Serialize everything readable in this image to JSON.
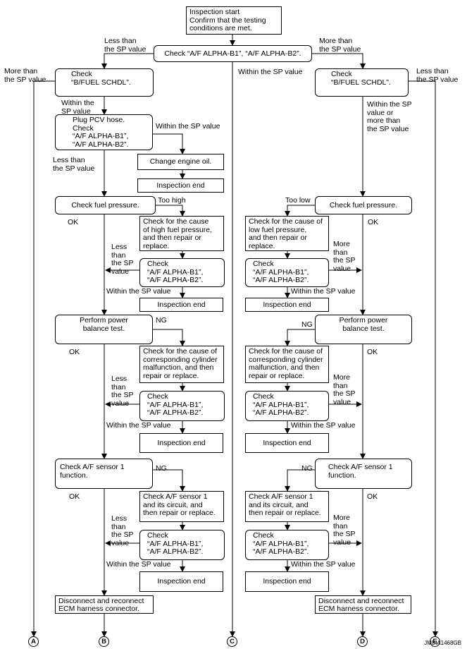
{
  "nodes": {
    "start": "Inspection start\nConfirm that the testing\nconditions are met.",
    "check_alpha_main": "Check “A/F ALPHA-B1”, “A/F ALPHA-B2”.",
    "check_bfuel_left": "Check\n“B/FUEL SCHDL”.",
    "check_bfuel_right": "Check\n“B/FUEL SCHDL”.",
    "plug_pcv": "Plug PCV hose.\nCheck\n“A/F ALPHA-B1”,\n“A/F ALPHA-B2”.",
    "change_oil": "Change engine oil.",
    "insp_end_oil": "Inspection end",
    "fuel_pressure_left": "Check fuel pressure.",
    "fuel_pressure_right": "Check fuel pressure.",
    "high_fuel_cause": "Check for the cause\nof high fuel pressure,\nand then repair or\nreplace.",
    "low_fuel_cause": "Check for the cause of\nlow fuel pressure,\nand then repair or\nreplace.",
    "alpha_left_1": "Check\n“A/F ALPHA-B1”,\n“A/F ALPHA-B2”.",
    "alpha_right_1": "Check\n“A/F ALPHA-B1”,\n“A/F ALPHA-B2”.",
    "insp_end_left_1": "Inspection end",
    "insp_end_right_1": "Inspection end",
    "power_balance_left": "Perform power\nbalance test.",
    "power_balance_right": "Perform power\nbalance test.",
    "cyl_cause_left": "Check for the cause of\ncorresponding cylinder\nmalfunction, and then\nrepair or replace.",
    "cyl_cause_right": "Check for the cause of\ncorresponding cylinder\nmalfunction, and then\nrepair or replace.",
    "alpha_left_2": "Check\n“A/F ALPHA-B1”,\n“A/F ALPHA-B2”.",
    "alpha_right_2": "Check\n“A/F ALPHA-B1”,\n“A/F ALPHA-B2”.",
    "insp_end_left_2": "Inspection end",
    "insp_end_right_2": "Inspection end",
    "af_sensor_left": "Check A/F sensor 1\nfunction.",
    "af_sensor_right": "Check A/F sensor 1\nfunction.",
    "af_circuit_left": "Check A/F sensor 1\nand its circuit, and\nthen repair or replace.",
    "af_circuit_right": "Check A/F sensor 1\nand its circuit, and\nthen repair or replace.",
    "alpha_left_3": "Check\n“A/F ALPHA-B1”,\n“A/F ALPHA-B2”.",
    "alpha_right_3": "Check\n“A/F ALPHA-B1”,\n“A/F ALPHA-B2”.",
    "insp_end_left_3": "Inspection end",
    "insp_end_right_3": "Inspection end",
    "disconnect_left": "Disconnect and reconnect\nECM harness connector.",
    "disconnect_right": "Disconnect and reconnect\nECM harness connector."
  },
  "labels": {
    "less_sp_top_left": "Less than\nthe SP value",
    "more_sp_top_right": "More than\nthe SP value",
    "more_sp_far_left": "More than\nthe SP value",
    "less_sp_far_right": "Less than\nthe SP value",
    "within_sp_center": "Within the SP value",
    "within_sp_bfuel_left": "Within the\nSP value",
    "within_sp_pcv": "Within the SP value",
    "less_sp_pcv": "Less than\nthe SP value",
    "within_or_more_right": "Within the SP\nvalue or\nmore than\nthe SP value",
    "too_high": "Too high",
    "too_low": "Too low",
    "ok_left_1": "OK",
    "ok_right_1": "OK",
    "less_sp_left_1": "Less\nthan\nthe SP\nvalue",
    "more_sp_right_1": "More\nthan\nthe SP\nvalue",
    "within_sp_left_1": "Within the SP value",
    "within_sp_right_1": "Within the SP value",
    "ng_left_2": "NG",
    "ng_right_2": "NG",
    "ok_left_2": "OK",
    "ok_right_2": "OK",
    "less_sp_left_2": "Less\nthan\nthe SP\nvalue",
    "more_sp_right_2": "More\nthan\nthe SP\nvalue",
    "within_sp_left_2": "Within the SP value",
    "within_sp_right_2": "Within the SP value",
    "ng_left_3": "NG",
    "ng_right_3": "NG",
    "ok_left_3": "OK",
    "ok_right_3": "OK",
    "less_sp_left_3": "Less\nthan\nthe SP\nvalue",
    "more_sp_right_3": "More\nthan\nthe SP\nvalue",
    "within_sp_left_3": "Within the SP value",
    "within_sp_right_3": "Within the SP value"
  },
  "connectors": [
    "A",
    "B",
    "C",
    "D",
    "E"
  ],
  "figure_id": "JMBIA1468GB"
}
